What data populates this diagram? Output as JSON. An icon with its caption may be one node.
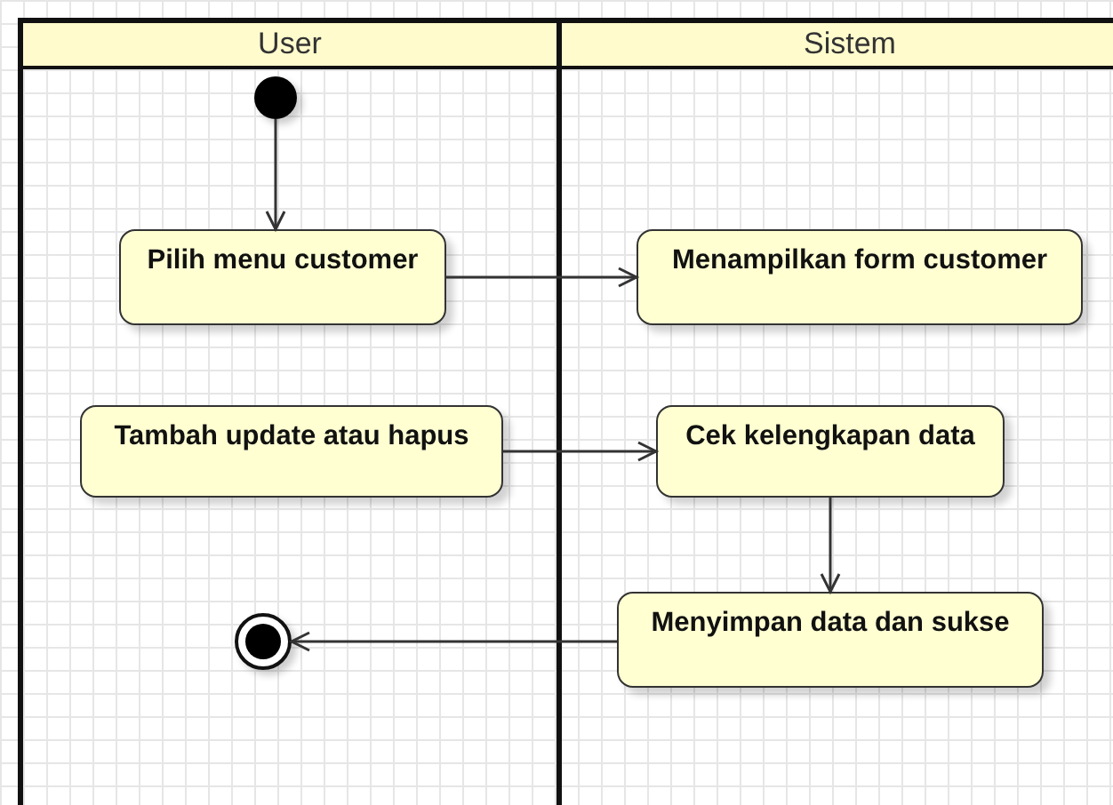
{
  "diagram": {
    "nodes": [
      {
        "text": [
          "User"
        ]
      },
      {
        "text": [
          "Sistem"
        ]
      },
      {
        "text": [],
        "shape": "circle",
        "in": 0
      },
      {
        "text": [
          "Pilih menu customer"
        ],
        "in": 0
      },
      {
        "text": [
          "Menampilkan form customer"
        ],
        "in": 1
      },
      {
        "text": [
          "Tambah update atau hapus"
        ],
        "in": 0
      },
      {
        "text": [
          "Cek kelengkapan data"
        ],
        "in": 1
      },
      {
        "text": [
          "Menyimpan data dan sukse"
        ],
        "in": 1
      },
      {
        "text": [],
        "shape": "circle",
        "in": 0
      }
    ],
    "edges": [
      {
        "from": 2,
        "to": 3,
        "arrow": "to"
      },
      {
        "from": 3,
        "to": 4,
        "arrow": "to"
      },
      {
        "from": 5,
        "to": 6,
        "arrow": "to"
      },
      {
        "from": 6,
        "to": 7,
        "arrow": "to"
      },
      {
        "from": 7,
        "to": 8,
        "arrow": "to"
      }
    ]
  }
}
